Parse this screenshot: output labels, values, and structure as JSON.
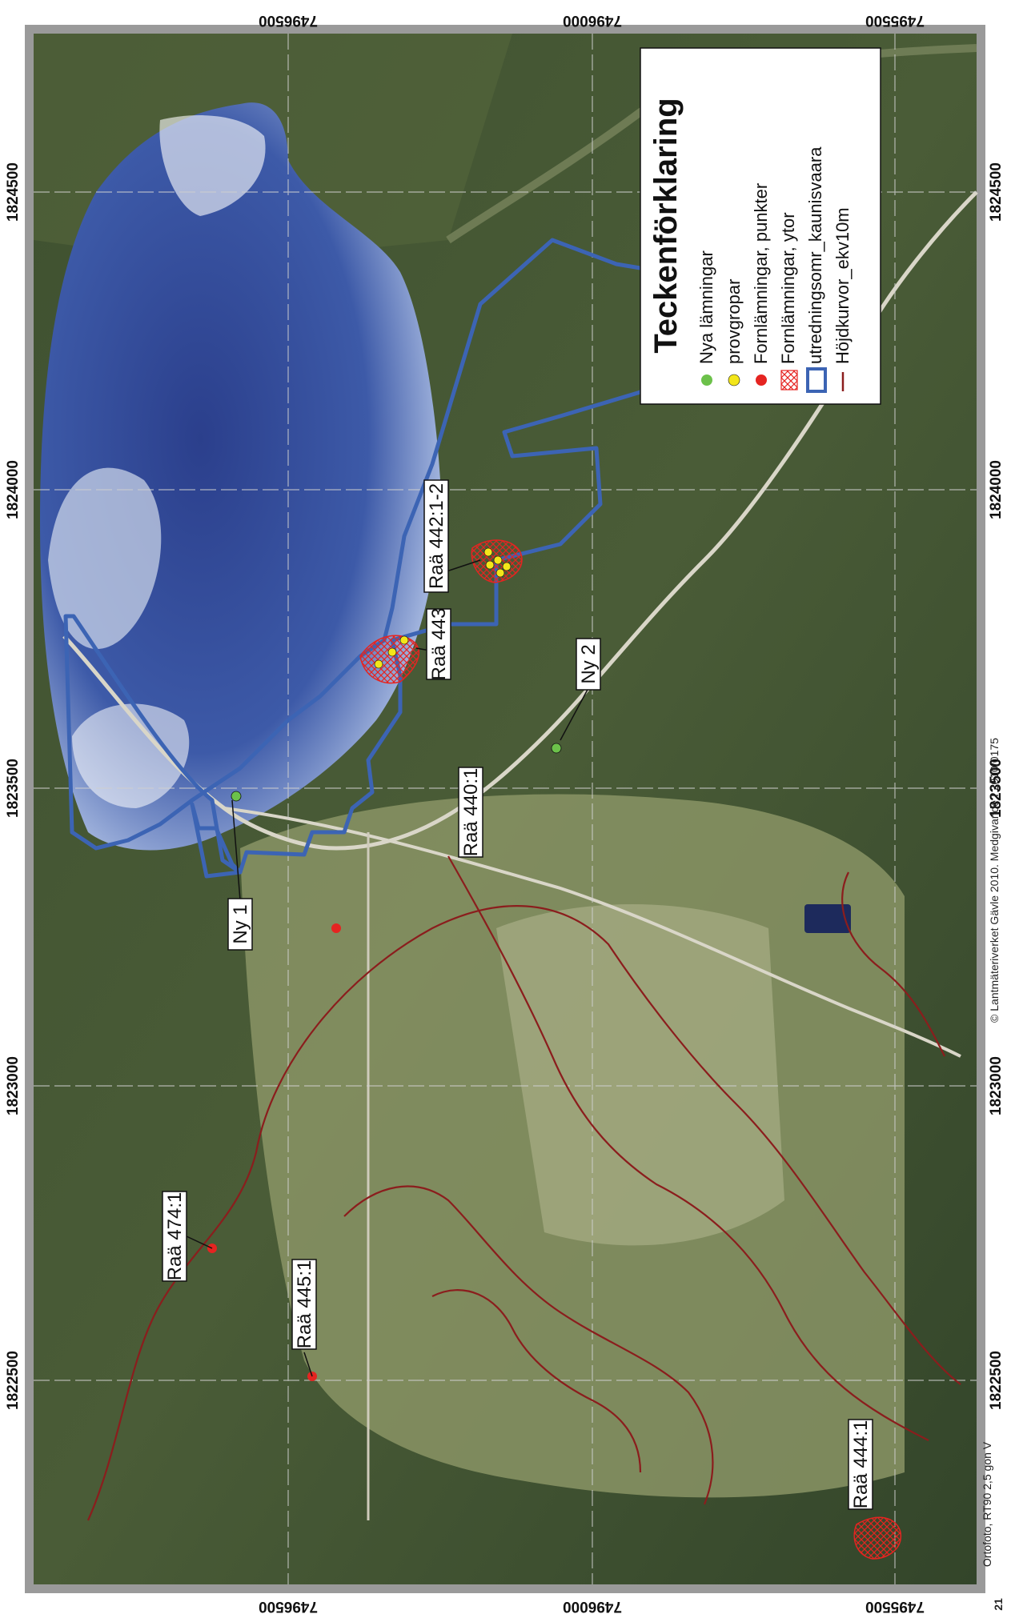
{
  "map": {
    "coords": {
      "top": [
        "7496500",
        "7496000",
        "7495500"
      ],
      "bottom": [
        "7496500",
        "7496000",
        "7495500"
      ],
      "left": [
        "1824500",
        "1824000",
        "1823500",
        "1823000",
        "1822500"
      ],
      "right": [
        "1824500",
        "1824000",
        "1823500",
        "1823000",
        "1822500"
      ]
    },
    "copyright": "© Lantmäteriverket Gävle 2010. Medgivande I 2010/0175",
    "footer_note": "Ortofoto, RT90 2,5 gon V",
    "page_mark": "21"
  },
  "labels": {
    "rae_440": "Raä 440:1",
    "rae_442": "Raä 442:1-2",
    "rae_443": "Raä 443",
    "ny_2": "Ny 2",
    "ny_1": "Ny 1",
    "rae_474": "Raä 474:1",
    "rae_445": "Raä 445:1",
    "rae_444": "Raä 444:1"
  },
  "legend": {
    "title": "Teckenförklaring",
    "items": [
      {
        "label": "Nya lämningar",
        "color": "#6cc14a"
      },
      {
        "label": "provgropar",
        "color": "#f3e61a"
      },
      {
        "label": "Fornlämningar, punkter",
        "color": "#e52421"
      },
      {
        "label": "Fornlämningar, ytor",
        "color": "#e52421"
      },
      {
        "label": "utredningsomr_kaunisvaara",
        "color": "#3c64b4"
      },
      {
        "label": "Höjdkurvor_ekv10m",
        "color": "#8b1d1d"
      }
    ]
  },
  "colors": {
    "frame": "#9a9a9a",
    "survey_area": "#3c64b4",
    "contour": "#8b1d1d",
    "lake": "#2f4f96"
  }
}
